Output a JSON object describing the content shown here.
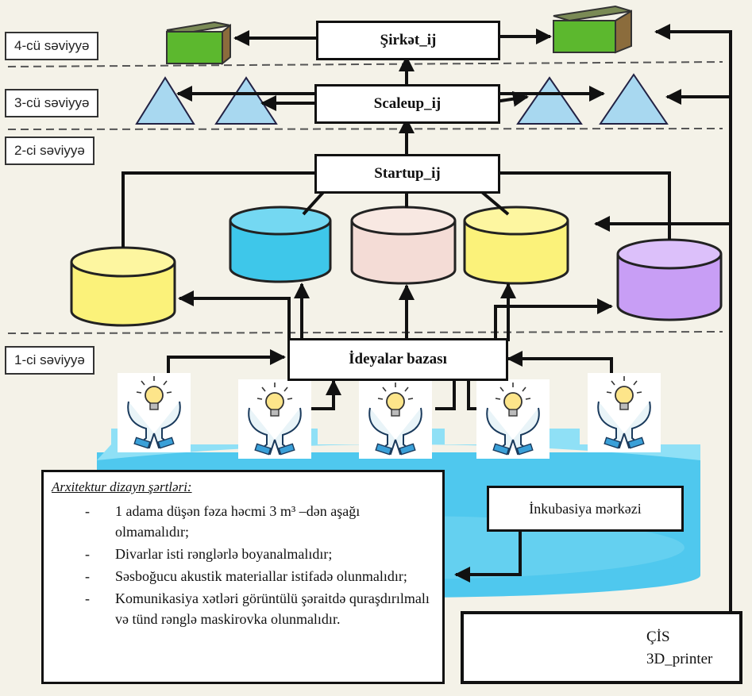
{
  "levels": [
    "4-cü səviyyə",
    "3-cü səviyyə",
    "2-ci səviyyə",
    "1-ci səviyyə"
  ],
  "nodes": {
    "company": "Şirkət_ij",
    "scaleup": "Scaleup_ij",
    "startup": "Startup_ij",
    "ideas_base": "İdeyalar bazası"
  },
  "requirements": {
    "title": "Arxitektur dizayn şərtləri:",
    "items": [
      "1 adama düşən fəza həcmi 3 m³ –dən aşağı olmamalıdır;",
      "Divarlar isti rənglərlə boyanalmalıdır;",
      "Səsboğucu akustik materiallar istifadə olunmalıdır;",
      "Komunikasiya xətləri görüntülü şəraitdə quraşdırılmalı və tünd rənglə maskirovka olunmalıdır."
    ]
  },
  "incubation_center": "İnkubasiya mərkəzi",
  "cis": {
    "line1": "ÇİS",
    "line2": "3D_printer"
  },
  "colors": {
    "green_box": "#5cb82e",
    "triangle": "#a8d8f0",
    "cyl_cyan": "#3ec7ea",
    "cyl_pink": "#f4dcd6",
    "cyl_yellow": "#fbf27a",
    "cyl_purple": "#c89ef5",
    "platform": "#4fc8ee",
    "printer_red": "#ee3b3b",
    "printer_bar": "#7fd6ee"
  },
  "icons": [
    "lightbulb-hands-icon",
    "lightbulb-hands-icon",
    "lightbulb-hands-icon",
    "lightbulb-hands-icon",
    "lightbulb-hands-icon"
  ]
}
